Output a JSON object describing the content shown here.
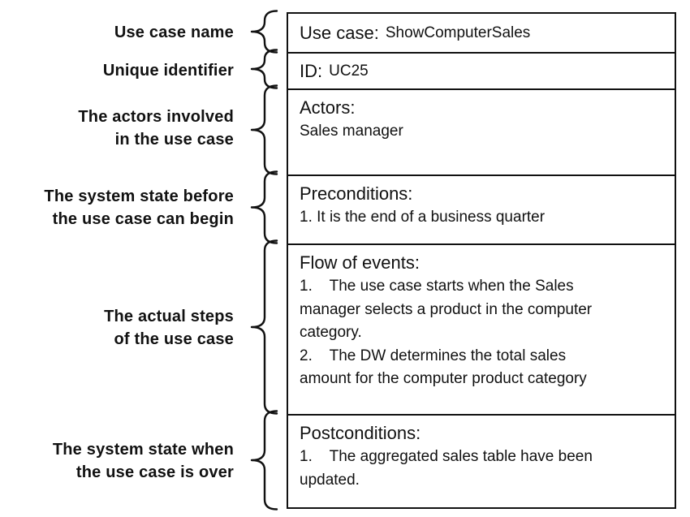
{
  "annotations": [
    {
      "lines": [
        "Use case name"
      ]
    },
    {
      "lines": [
        "Unique identifier"
      ]
    },
    {
      "lines": [
        "The actors involved",
        "in the use case"
      ]
    },
    {
      "lines": [
        "The system state before",
        "the use case can begin"
      ]
    },
    {
      "lines": [
        "The actual steps",
        "of the use case"
      ]
    },
    {
      "lines": [
        "The system state when",
        "the use case is over"
      ]
    }
  ],
  "table": {
    "rows": [
      {
        "label": "Use case:",
        "value": "ShowComputerSales"
      },
      {
        "label": "ID:",
        "value": "UC25"
      },
      {
        "label": "Actors:",
        "lines": [
          "Sales manager"
        ]
      },
      {
        "label": "Preconditions:",
        "lines": [
          "1. It is the end of a business quarter"
        ]
      },
      {
        "label": "Flow of events:",
        "lines": [
          "1.    The use case starts when the Sales",
          "manager selects a product in the computer",
          "category.",
          "2.    The DW determines the total sales",
          "amount for the computer product category"
        ]
      },
      {
        "label": "Postconditions:",
        "lines": [
          "1.    The aggregated sales table have been",
          "updated."
        ]
      }
    ]
  },
  "colors": {
    "ink": "#111111",
    "background": "#ffffff"
  }
}
